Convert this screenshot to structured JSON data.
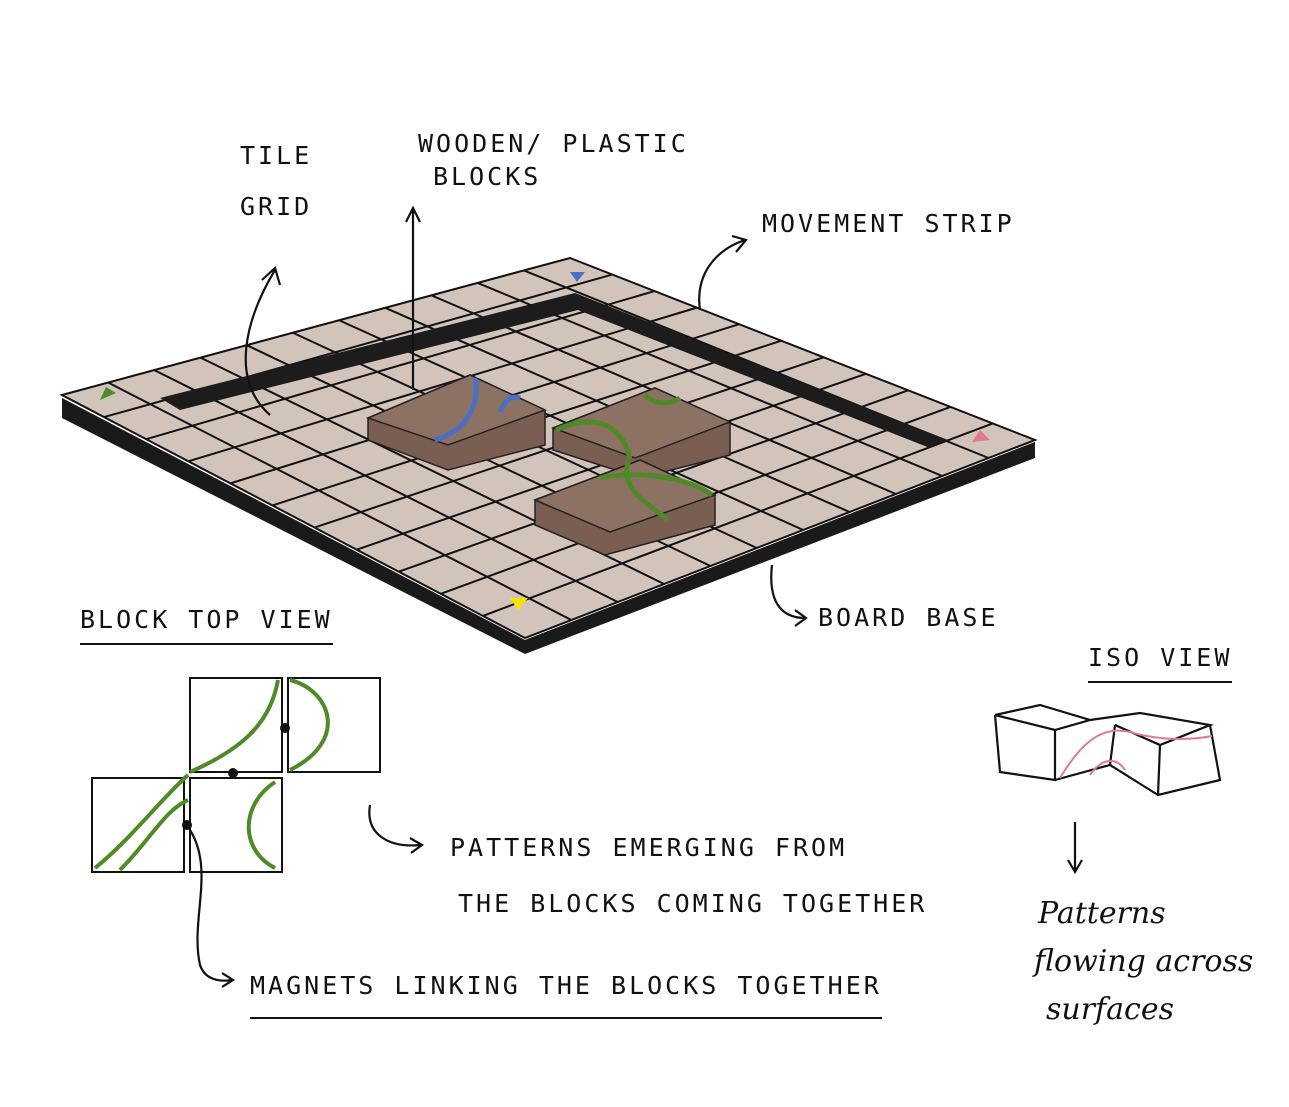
{
  "colors": {
    "board": "#d2c4bb",
    "block": "#8a6e60",
    "ink": "#111111",
    "green": "#4e8a26",
    "blue": "#4a6fc4",
    "pink": "#e07a8a",
    "yellow": "#f2e600"
  },
  "labels": {
    "tile_grid": [
      "TILE",
      "GRID"
    ],
    "blocks": [
      "WOODEN/ PLASTIC",
      "BLOCKS"
    ],
    "movement_strip": "MOVEMENT STRIP",
    "board_base": "BOARD BASE",
    "block_top_view": "BLOCK TOP VIEW",
    "iso_view": "ISO VIEW",
    "patterns_emerging": [
      "PATTERNS EMERGING FROM",
      "THE BLOCKS COMING TOGETHER"
    ],
    "magnets": "MAGNETS LINKING THE BLOCKS TOGETHER",
    "patterns_flowing": [
      "Patterns",
      "flowing across",
      "surfaces"
    ]
  },
  "icons": [
    "green-triangle-marker",
    "blue-triangle-marker",
    "pink-triangle-marker",
    "yellow-triangle-marker"
  ]
}
